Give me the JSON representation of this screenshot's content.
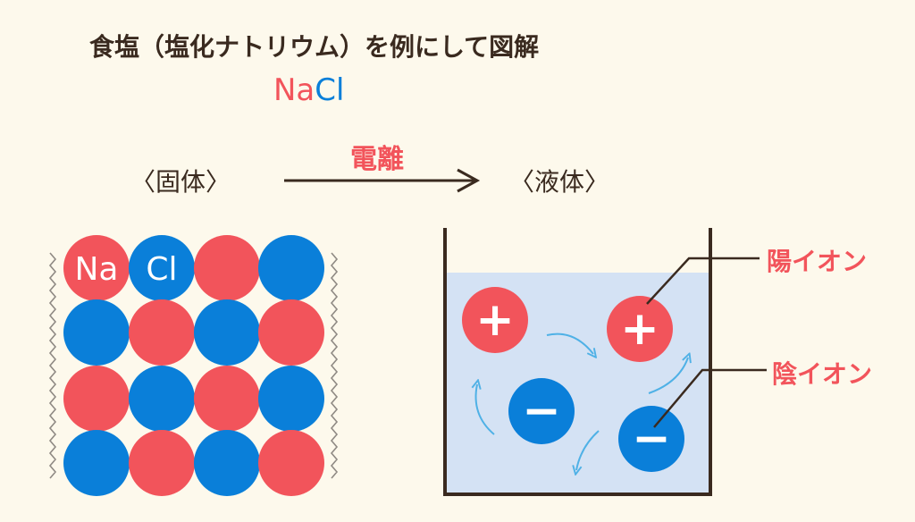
{
  "title": "食塩（塩化ナトリウム）を例にして図解",
  "formula": {
    "na": "Na",
    "cl": "Cl"
  },
  "solid_label": "〈固体〉",
  "liquid_label": "〈液体〉",
  "arrow_label": "電離",
  "lattice_labels": {
    "na": "Na",
    "cl": "Cl"
  },
  "lattice_grid": [
    [
      "na",
      "cl",
      "na",
      "cl"
    ],
    [
      "cl",
      "na",
      "cl",
      "na"
    ],
    [
      "na",
      "cl",
      "na",
      "cl"
    ],
    [
      "cl",
      "na",
      "cl",
      "na"
    ]
  ],
  "cation_label": "陽イオン",
  "anion_label": "陰イオン",
  "plus_symbol": "+",
  "minus_symbol": "−",
  "colors": {
    "background": "#fdf9ec",
    "sodium": "#f2545b",
    "chlorine": "#0a7fd9",
    "text": "#3a2a1f",
    "liquid": "#d4e2f4",
    "flow_arrow": "#4fb1e6"
  }
}
